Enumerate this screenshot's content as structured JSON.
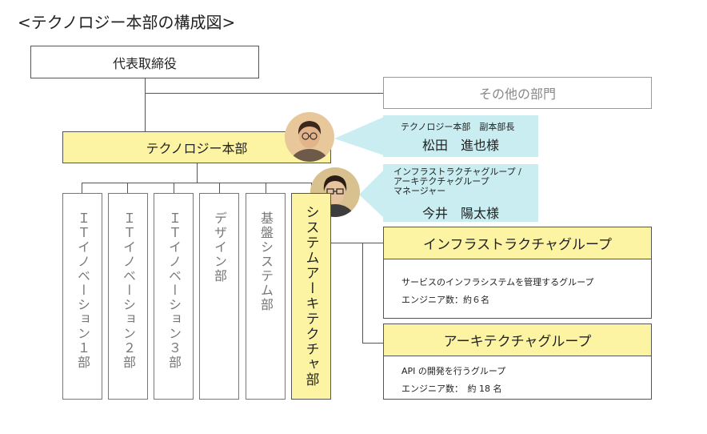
{
  "title": "<テクノロジー本部の構成図>",
  "nodes": {
    "ceo": "代表取締役",
    "other": "その他の部門",
    "tech": "テクノロジー本部"
  },
  "departments": [
    "ＩＴイノベーション１部",
    "ＩＴイノベーション２部",
    "ＩＴイノベーション３部",
    "デザイン部",
    "基盤システム部",
    "システムアーキテクチャ部"
  ],
  "people": {
    "deputy": {
      "role": "テクノロジー本部　副本部長",
      "name": "松田　進也様"
    },
    "manager": {
      "role_line1": "インフラストラクチャグループ /",
      "role_line2": "アーキテクチャグループ",
      "role_line3": "マネージャー",
      "name": "今井　陽太様"
    }
  },
  "groups": {
    "infra": {
      "name": "インフラストラクチャグループ",
      "desc": "サービスのインフラシステムを管理するグループ",
      "count": "エンジニア数：約６名"
    },
    "arch": {
      "name": "アーキテクチャグループ",
      "desc": "API の開発を行うグループ",
      "count": "エンジニア数：　約 18 名"
    }
  },
  "colors": {
    "highlight": "#fcf3a3",
    "callout": "#c9edf0",
    "line": "#555555"
  }
}
